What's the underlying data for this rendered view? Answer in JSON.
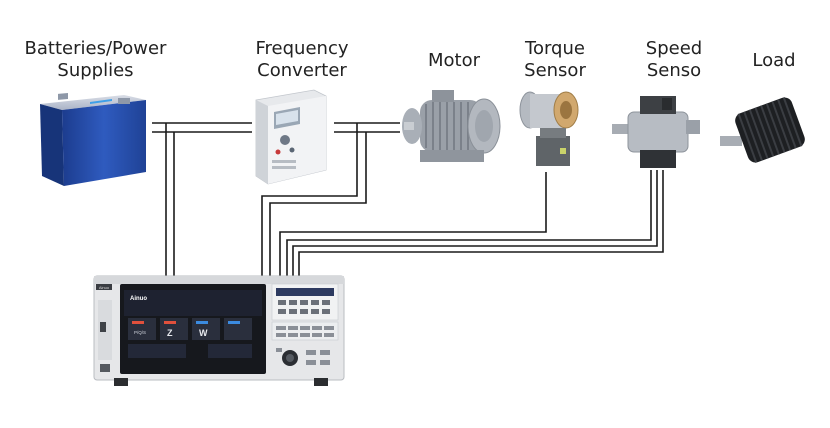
{
  "labels": {
    "batteries": "Batteries/Power\nSupplies",
    "converter": "Frequency\nConverter",
    "motor": "Motor",
    "torque": "Torque\nSensor",
    "speed": "Speed\nSenso",
    "load": "Load"
  },
  "analyzer": {
    "brand": "Ainuo",
    "tile_1": "P/Q/S",
    "tile_2": "Z",
    "tile_3": "W",
    "screen_text": "Ainuo"
  },
  "colors": {
    "wire": "#1a1a1a",
    "battery_blue": "#2a4fa8",
    "analyzer_body": "#e6e7e9",
    "screen": "#16181d"
  }
}
